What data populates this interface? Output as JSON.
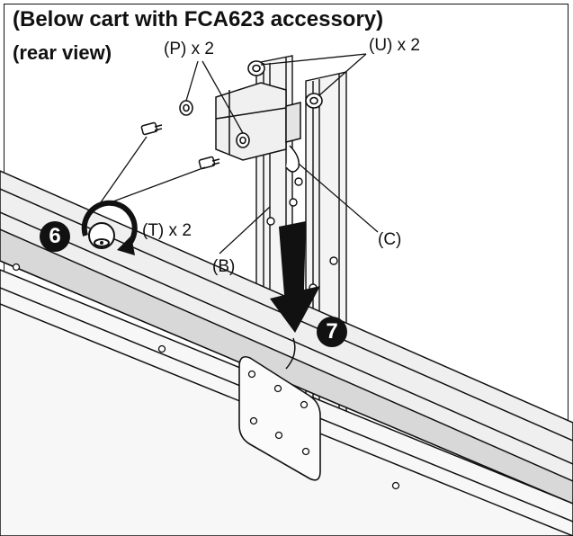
{
  "heading": {
    "title": "(Below cart with FCA623 accessory)",
    "view": "(rear view)"
  },
  "callouts": {
    "p": "(P) x 2",
    "u": "(U) x 2",
    "t": "(T) x 2",
    "b": "(B)",
    "c": "(C)"
  },
  "steps": {
    "tighten": "6",
    "slide": "7"
  },
  "colors": {
    "line": "#111111",
    "metal": "#f2f2f2",
    "shade": "#bfbfbf",
    "badge": "#111111"
  }
}
